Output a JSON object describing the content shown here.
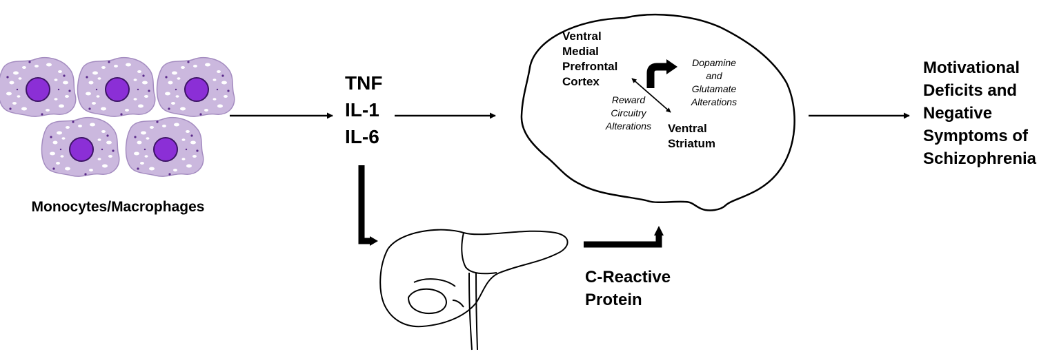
{
  "cells": {
    "label": "Monocytes/Macrophages",
    "count": 5,
    "cytoplasm_color": "#cbb8de",
    "nucleus_color": "#8b2fd6"
  },
  "cytokines": {
    "items": [
      "TNF",
      "IL-1",
      "IL-6"
    ]
  },
  "brain": {
    "region_1": [
      "Ventral",
      "Medial",
      "Prefrontal",
      "Cortex"
    ],
    "region_2": [
      "Ventral",
      "Striatum"
    ],
    "reward_label": [
      "Reward",
      "Circuitry",
      "Alterations"
    ],
    "neuro_label": [
      "Dopamine",
      "and",
      "Glutamate",
      "Alterations"
    ]
  },
  "liver": {
    "product": [
      "C-Reactive",
      "Protein"
    ]
  },
  "outcome": {
    "lines": [
      "Motivational",
      "Deficits and",
      "Negative",
      "Symptoms of",
      "Schizophrenia"
    ]
  }
}
